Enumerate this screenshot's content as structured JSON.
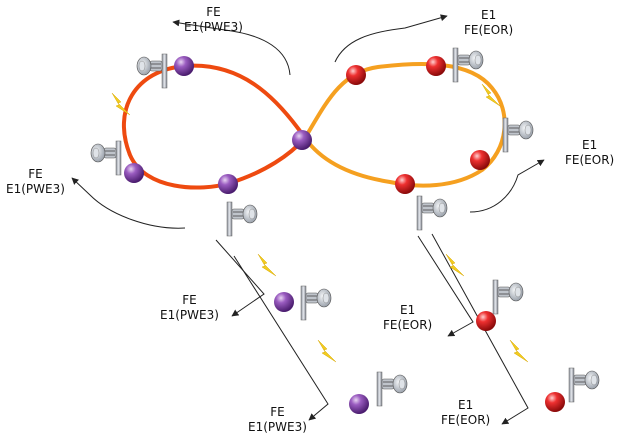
{
  "colors": {
    "left_ring": "#ee4a10",
    "right_ring": "#f5a020",
    "left_node": "#7a3aa0",
    "right_node": "#e02828",
    "bolt": "#f2cc20",
    "line": "#222222"
  },
  "icons": {
    "antenna": "microwave-antenna-icon",
    "bolt": "lightning-bolt-icon",
    "arrow": "arrow-right-icon"
  },
  "labels": [
    {
      "id": "top-left",
      "line1": "FE",
      "line2": "E1(PWE3)"
    },
    {
      "id": "left",
      "line1": "FE",
      "line2": "E1(PWE3)"
    },
    {
      "id": "bottom-left-1",
      "line1": "FE",
      "line2": "E1(PWE3)"
    },
    {
      "id": "bottom-left-2",
      "line1": "FE",
      "line2": "E1(PWE3)"
    },
    {
      "id": "top-right",
      "line1": "E1",
      "line2": "FE(EOR)"
    },
    {
      "id": "right",
      "line1": "E1",
      "line2": "FE(EOR)"
    },
    {
      "id": "bottom-right-1",
      "line1": "E1",
      "line2": "FE(EOR)"
    },
    {
      "id": "bottom-right-2",
      "line1": "E1",
      "line2": "FE(EOR)"
    }
  ]
}
